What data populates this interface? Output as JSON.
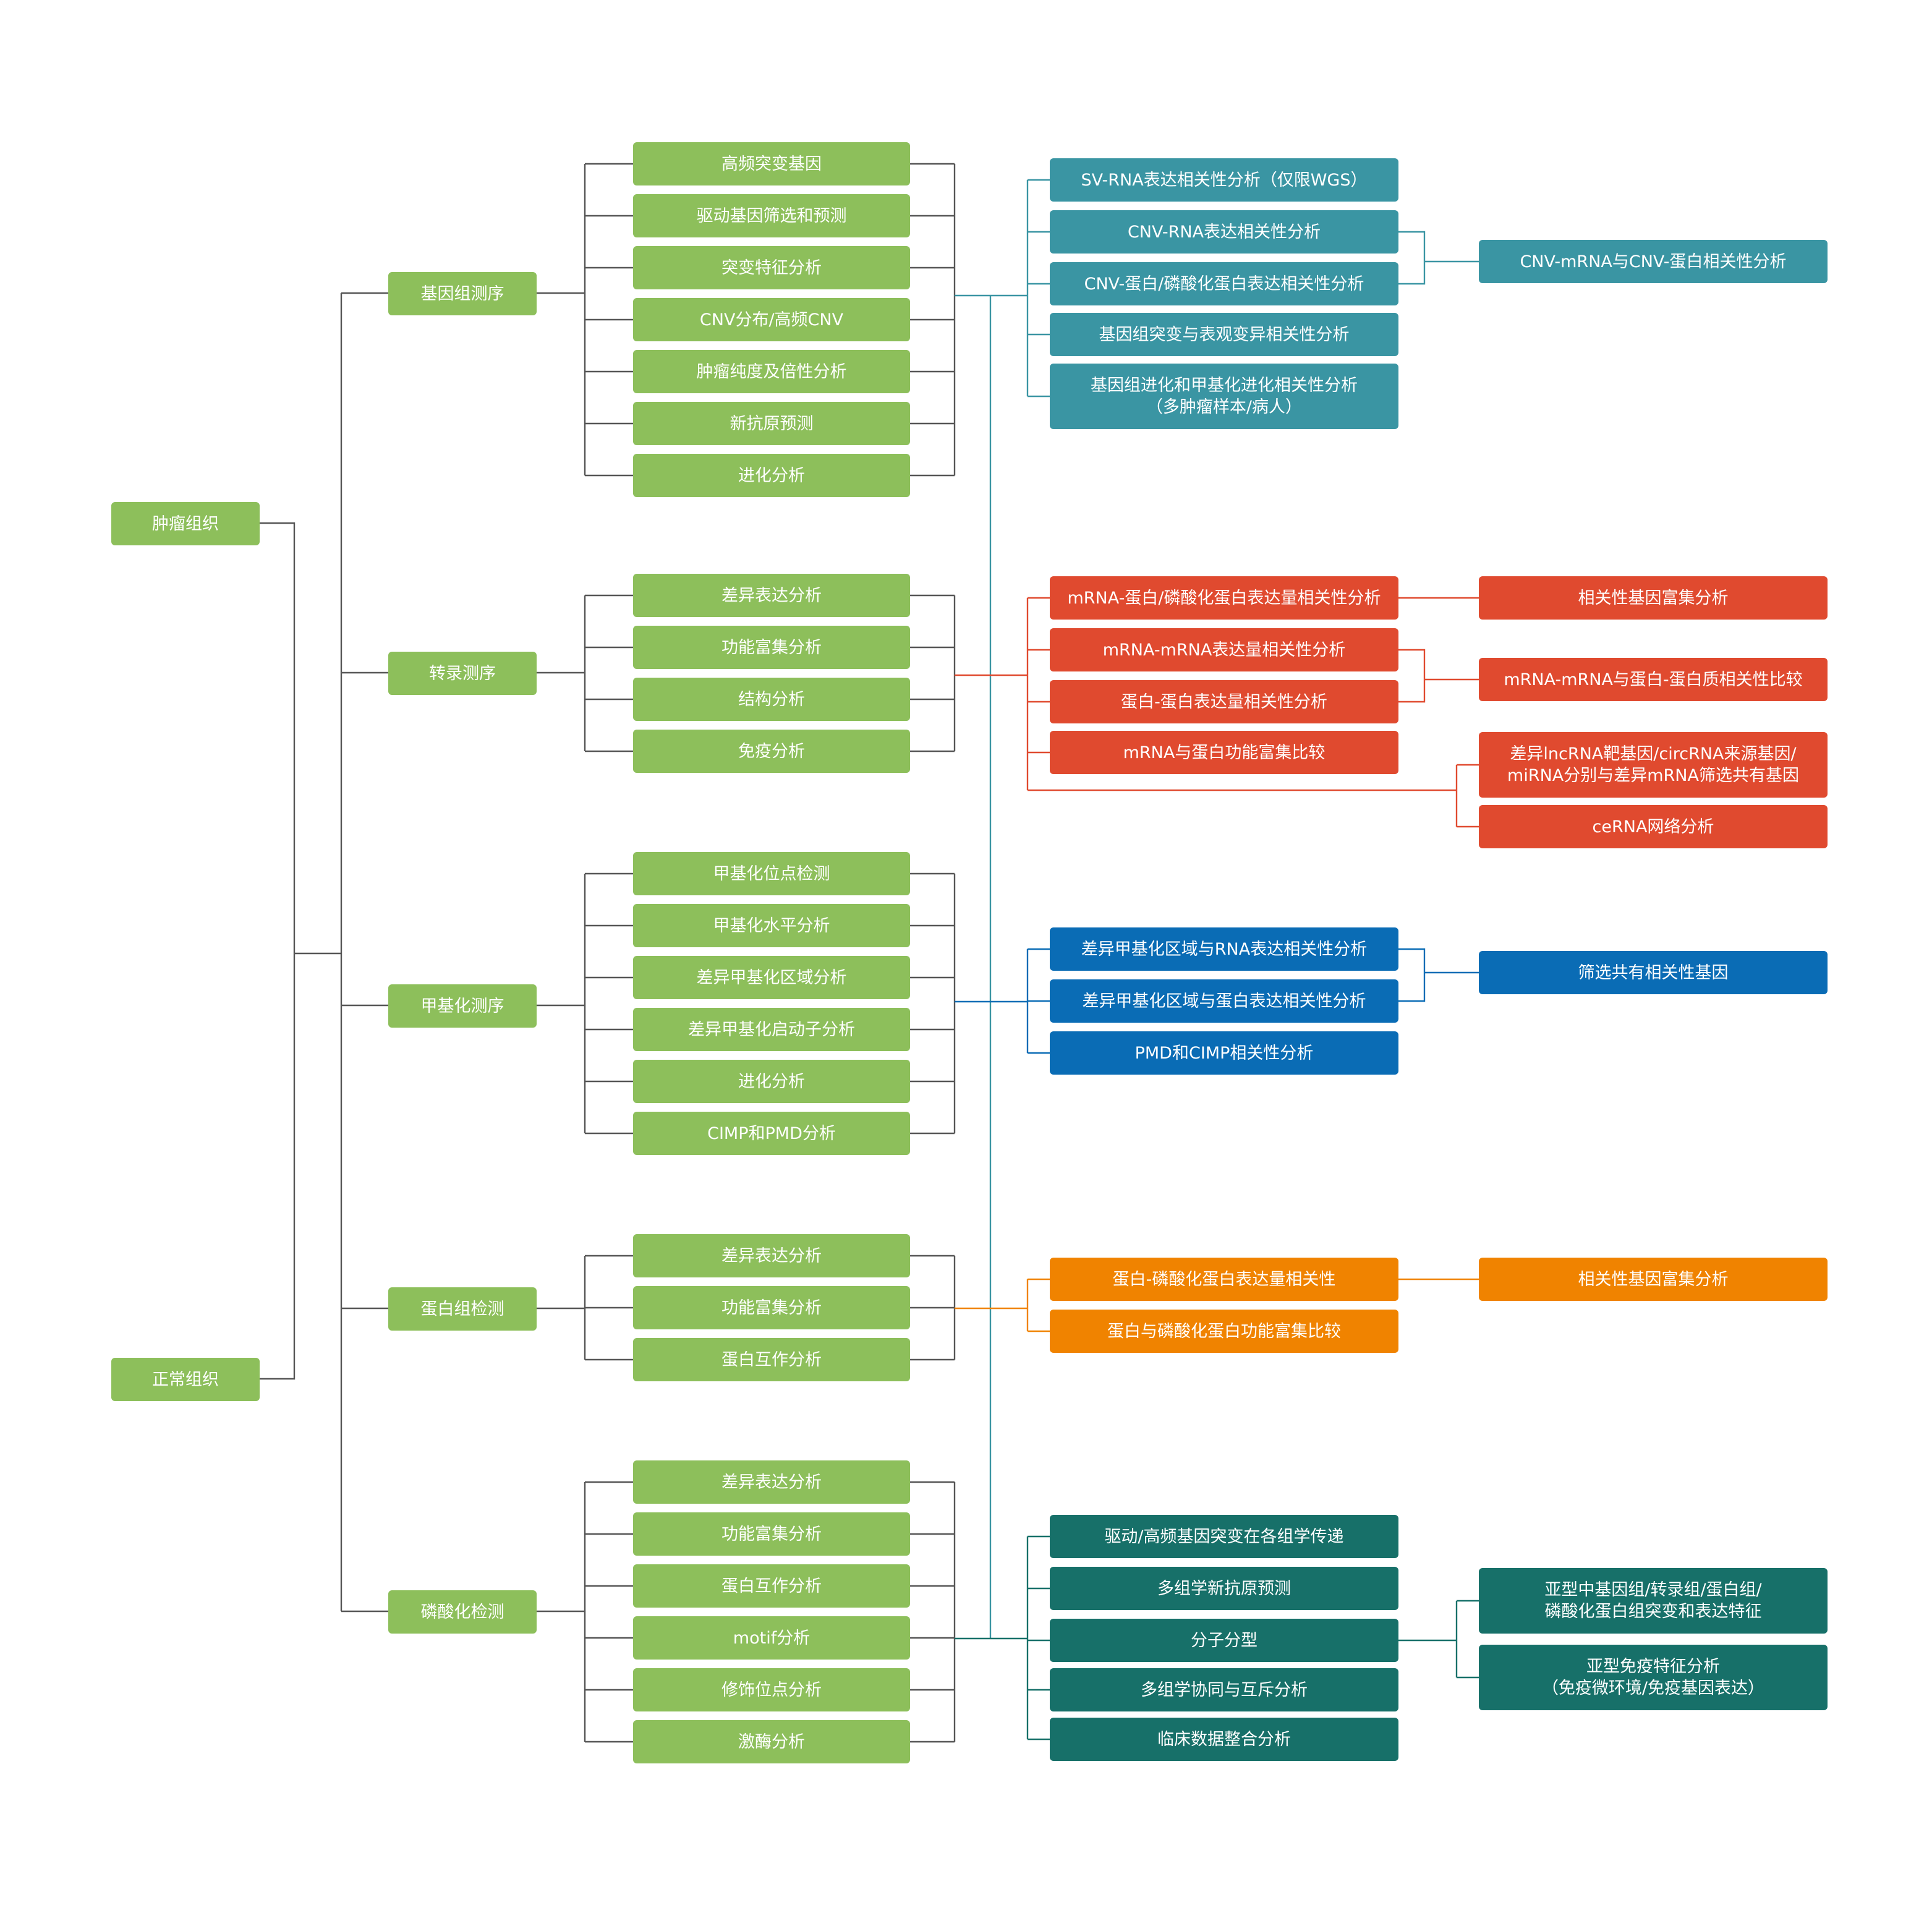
{
  "colors": {
    "green": "#8dbf5b",
    "teal": "#3a95a3",
    "red": "#e04a2f",
    "blue": "#0a6cb5",
    "orange": "#f08300",
    "darkteal": "#177069",
    "line_gray": "#555555"
  },
  "tissues": [
    "肿瘤组织",
    "正常组织"
  ],
  "omics": [
    {
      "label": "基因组测序",
      "items": [
        "高频突变基因",
        "驱动基因筛选和预测",
        "突变特征分析",
        "CNV分布/高频CNV",
        "肿瘤纯度及倍性分析",
        "新抗原预测",
        "进化分析"
      ]
    },
    {
      "label": "转录测序",
      "items": [
        "差异表达分析",
        "功能富集分析",
        "结构分析",
        "免疫分析"
      ]
    },
    {
      "label": "甲基化测序",
      "items": [
        "甲基化位点检测",
        "甲基化水平分析",
        "差异甲基化区域分析",
        "差异甲基化启动子分析",
        "进化分析",
        "CIMP和PMD分析"
      ]
    },
    {
      "label": "蛋白组检测",
      "items": [
        "差异表达分析",
        "功能富集分析",
        "蛋白互作分析"
      ]
    },
    {
      "label": "磷酸化检测",
      "items": [
        "差异表达分析",
        "功能富集分析",
        "蛋白互作分析",
        "motif分析",
        "修饰位点分析",
        "激酶分析"
      ]
    }
  ],
  "integration_groups": [
    {
      "color": "teal",
      "items": [
        "SV-RNA表达相关性分析（仅限WGS）",
        "CNV-RNA表达相关性分析",
        "CNV-蛋白/磷酸化蛋白表达相关性分析",
        "基因组突变与表观变异相关性分析",
        "基因组进化和甲基化进化相关性分析\n（多肿瘤样本/病人）"
      ],
      "outputs": [
        "CNV-mRNA与CNV-蛋白相关性分析"
      ]
    },
    {
      "color": "red",
      "items": [
        "mRNA-蛋白/磷酸化蛋白表达量相关性分析",
        "mRNA-mRNA表达量相关性分析",
        "蛋白-蛋白表达量相关性分析",
        "mRNA与蛋白功能富集比较"
      ],
      "outputs": [
        "相关性基因富集分析",
        "mRNA-mRNA与蛋白-蛋白质相关性比较",
        "差异lncRNA靶基因/circRNA来源基因/\nmiRNA分别与差异mRNA筛选共有基因",
        "ceRNA网络分析"
      ]
    },
    {
      "color": "blue",
      "items": [
        "差异甲基化区域与RNA表达相关性分析",
        "差异甲基化区域与蛋白表达相关性分析",
        "PMD和CIMP相关性分析"
      ],
      "outputs": [
        "筛选共有相关性基因"
      ]
    },
    {
      "color": "orange",
      "items": [
        "蛋白-磷酸化蛋白表达量相关性",
        "蛋白与磷酸化蛋白功能富集比较"
      ],
      "outputs": [
        "相关性基因富集分析"
      ]
    },
    {
      "color": "darkteal",
      "items": [
        "驱动/高频基因突变在各组学传递",
        "多组学新抗原预测",
        "分子分型",
        "多组学协同与互斥分析",
        "临床数据整合分析"
      ],
      "outputs": [
        "亚型中基因组/转录组/蛋白组/\n磷酸化蛋白组突变和表达特征",
        "亚型免疫特征分析\n（免疫微环境/免疫基因表达）"
      ]
    }
  ]
}
